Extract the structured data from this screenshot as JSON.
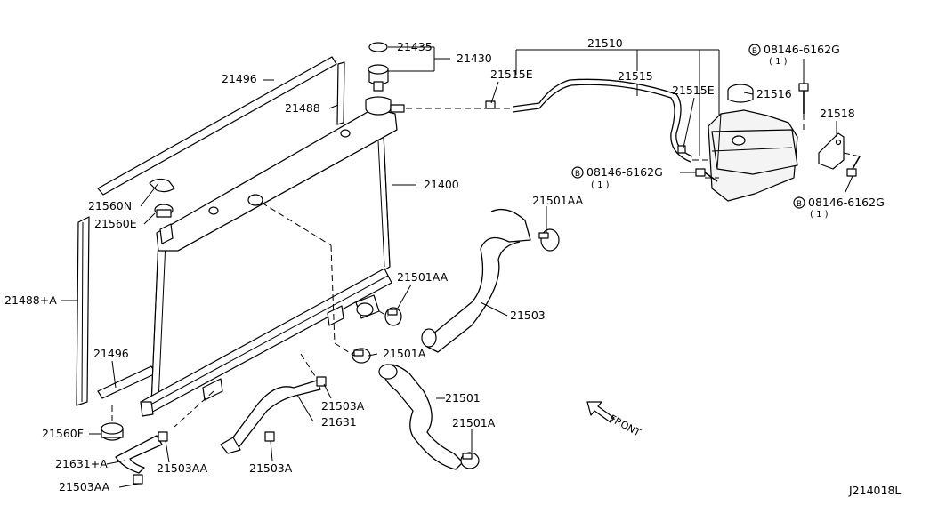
{
  "labels": {
    "p21435": "21435",
    "p21430": "21430",
    "p21510": "21510",
    "p21496_top": "21496",
    "p21488": "21488",
    "p21515E_left": "21515E",
    "p21515": "21515",
    "p21515E_right": "21515E",
    "p21516": "21516",
    "p21518": "21518",
    "bolt1": "08146-6162G",
    "bolt1_qty": "( 1 )",
    "bolt2": "08146-6162G",
    "bolt2_qty": "( 1 )",
    "bolt3": "08146-6162G",
    "bolt3_qty": "( 1 )",
    "p21400": "21400",
    "p21560N": "21560N",
    "p21560E": "21560E",
    "p21501AA_top": "21501AA",
    "p21501AA_mid": "21501AA",
    "p21503": "21503",
    "p21488A": "21488+A",
    "p21501A_mid": "21501A",
    "p21496_bottom": "21496",
    "p21501": "21501",
    "p21503A_top": "21503A",
    "p21631": "21631",
    "p21501A_bot": "21501A",
    "p21560F": "21560F",
    "p21631A": "21631+A",
    "p21503AA_a": "21503AA",
    "p21503A_bot": "21503A",
    "p21503AA_b": "21503AA",
    "front": "FRONT",
    "drawing_code": "J214018L",
    "bolt_marker": "B"
  }
}
